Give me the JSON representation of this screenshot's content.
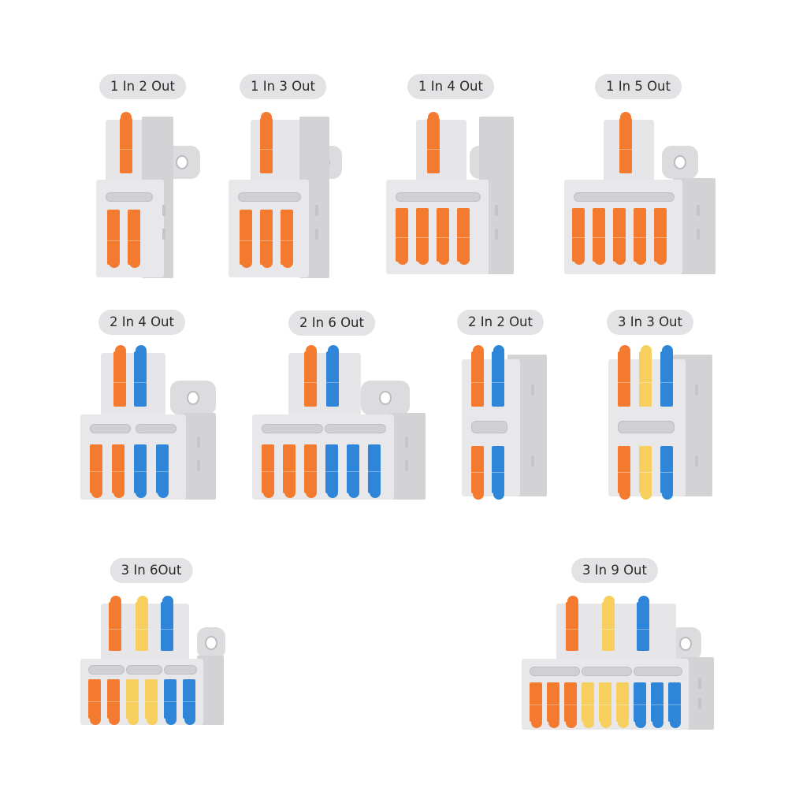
{
  "colors": {
    "orange": "#f47a30",
    "blue": "#2f86d8",
    "yellow": "#f7cf5e",
    "housing": "#e8e8ea",
    "pill_bg": "#e3e3e6",
    "text": "#2a2a2a"
  },
  "connectors": [
    {
      "label": "1 In 2 Out",
      "inputs": [
        "orange"
      ],
      "outputs": [
        "orange",
        "orange"
      ]
    },
    {
      "label": "1 In 3 Out",
      "inputs": [
        "orange"
      ],
      "outputs": [
        "orange",
        "orange",
        "orange"
      ]
    },
    {
      "label": "1 In 4 Out",
      "inputs": [
        "orange"
      ],
      "outputs": [
        "orange",
        "orange",
        "orange",
        "orange"
      ]
    },
    {
      "label": "1 In 5 Out",
      "inputs": [
        "orange"
      ],
      "outputs": [
        "orange",
        "orange",
        "orange",
        "orange",
        "orange"
      ]
    },
    {
      "label": "2 In 4 Out",
      "inputs": [
        "orange",
        "blue"
      ],
      "outputs": [
        "orange",
        "orange",
        "blue",
        "blue"
      ]
    },
    {
      "label": "2 In 6 Out",
      "inputs": [
        "orange",
        "blue"
      ],
      "outputs": [
        "orange",
        "orange",
        "orange",
        "blue",
        "blue",
        "blue"
      ]
    },
    {
      "label": "2 In 2 Out",
      "inputs": [
        "orange",
        "blue"
      ],
      "outputs": [
        "orange",
        "blue"
      ]
    },
    {
      "label": "3 In 3 Out",
      "inputs": [
        "orange",
        "yellow",
        "blue"
      ],
      "outputs": [
        "orange",
        "yellow",
        "blue"
      ]
    },
    {
      "label": "3 In 6Out",
      "inputs": [
        "orange",
        "yellow",
        "blue"
      ],
      "outputs": [
        "orange",
        "orange",
        "yellow",
        "yellow",
        "blue",
        "blue"
      ]
    },
    {
      "label": "3 In 9 Out",
      "inputs": [
        "orange",
        "yellow",
        "blue"
      ],
      "outputs": [
        "orange",
        "orange",
        "orange",
        "yellow",
        "yellow",
        "yellow",
        "blue",
        "blue",
        "blue"
      ]
    }
  ]
}
